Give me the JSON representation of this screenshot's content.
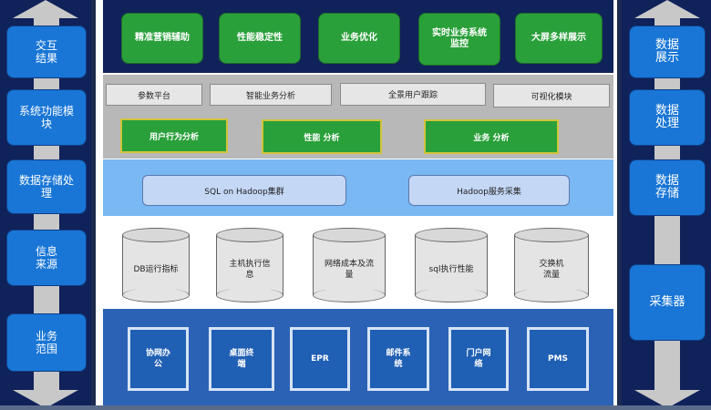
{
  "left_sidebar": {
    "items": [
      {
        "label": "交互\n结果"
      },
      {
        "label": "系统功能模\n块"
      },
      {
        "label": "数据存储处\n理"
      },
      {
        "label": "信息\n来源"
      },
      {
        "label": "业务\n范围"
      }
    ]
  },
  "right_sidebar": {
    "items": [
      {
        "label": "数据\n展示"
      },
      {
        "label": "数据\n处理"
      },
      {
        "label": "数据\n存储"
      },
      {
        "label": "采集器"
      }
    ]
  },
  "presentation_layer": {
    "buttons": [
      {
        "label": "精准营销辅助"
      },
      {
        "label": "性能稳定性"
      },
      {
        "label": "业务优化"
      },
      {
        "label": "实时业务系统\n监控"
      },
      {
        "label": "大屏多样展示"
      }
    ]
  },
  "function_layer": {
    "modules": [
      {
        "label": "参数平台"
      },
      {
        "label": "智能业务分析"
      },
      {
        "label": "全景用户跟踪"
      },
      {
        "label": "可视化模块"
      }
    ],
    "analysis": [
      {
        "label": "用户行为分析"
      },
      {
        "label": "性能 分析"
      },
      {
        "label": "业务 分析"
      }
    ]
  },
  "processing_layer": {
    "items": [
      {
        "label": "SQL on Hadoop集群"
      },
      {
        "label": "Hadoop服务采集"
      }
    ]
  },
  "storage_layer": {
    "items": [
      {
        "label": "DB运行指标"
      },
      {
        "label": "主机执行信\n息"
      },
      {
        "label": "网络成本及流\n量"
      },
      {
        "label": "sql执行性能"
      },
      {
        "label": "交换机\n流量"
      }
    ]
  },
  "source_layer": {
    "items": [
      {
        "label": "协网办\n公"
      },
      {
        "label": "桌面终\n端"
      },
      {
        "label": "EPR"
      },
      {
        "label": "邮件系\n统"
      },
      {
        "label": "门户网\n络"
      },
      {
        "label": "PMS"
      }
    ]
  }
}
